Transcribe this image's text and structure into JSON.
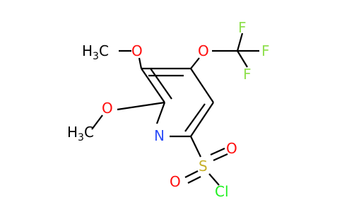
{
  "colors": {
    "bond": "#000000",
    "oxygen": "#ff0d0d",
    "nitrogen": "#3050f8",
    "fluorine": "#90e050",
    "sulfur": "#c6b02a",
    "chlorine": "#1ff01f",
    "carbon": "#000000"
  },
  "atoms": {
    "o_top": "O",
    "o_left": "O",
    "o_right": "O",
    "n_ring": "N",
    "s": "S",
    "o_s1": "O",
    "o_s2": "O",
    "cl": "Cl",
    "f1": "F",
    "f2": "F",
    "f3": "F",
    "me1_h": "H",
    "me1_sub": "3",
    "me1_c": "C",
    "me2_h": "H",
    "me2_sub": "3",
    "me2_c": "C"
  }
}
